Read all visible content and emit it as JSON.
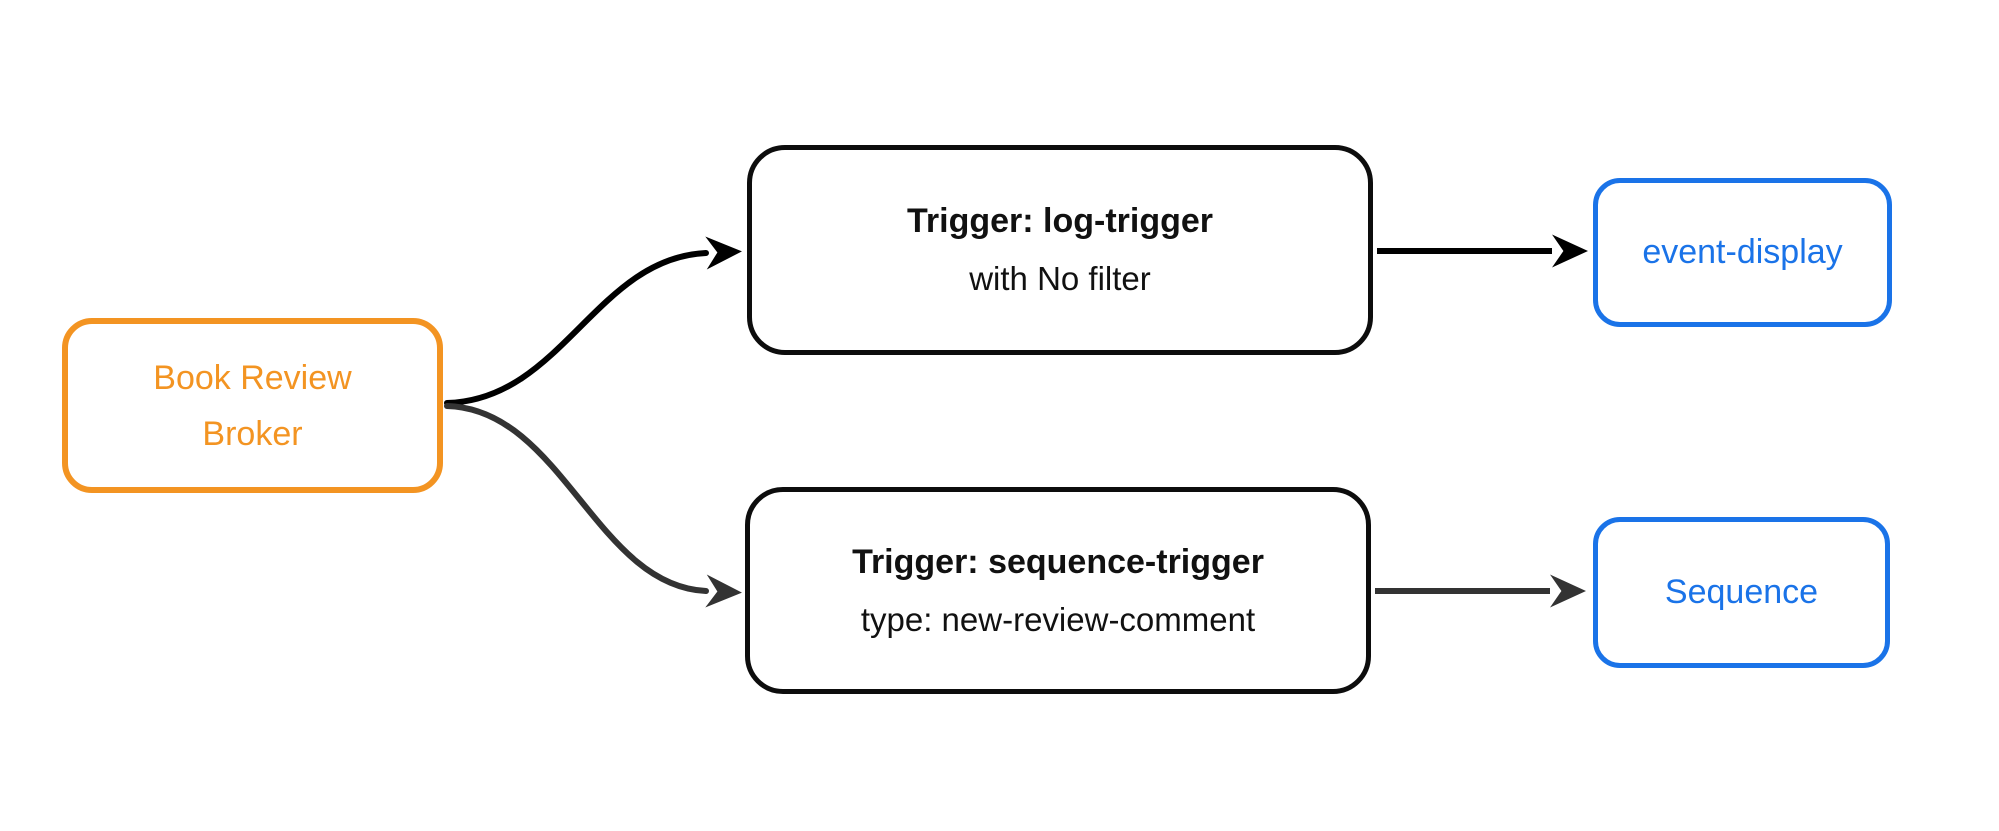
{
  "diagram": {
    "broker": {
      "label": "Book Review Broker"
    },
    "triggers": [
      {
        "title": "Trigger: log-trigger",
        "subtitle": "with No filter"
      },
      {
        "title": "Trigger: sequence-trigger",
        "subtitle": "type: new-review-comment"
      }
    ],
    "sinks": [
      {
        "label": "event-display"
      },
      {
        "label": "Sequence"
      }
    ],
    "colors": {
      "broker_accent": "#F39422",
      "sink_accent": "#1A73E8",
      "trigger_border": "#0D0D0D",
      "edge_primary": "#000000",
      "edge_secondary": "#333333",
      "background": "#FFFFFF"
    }
  }
}
